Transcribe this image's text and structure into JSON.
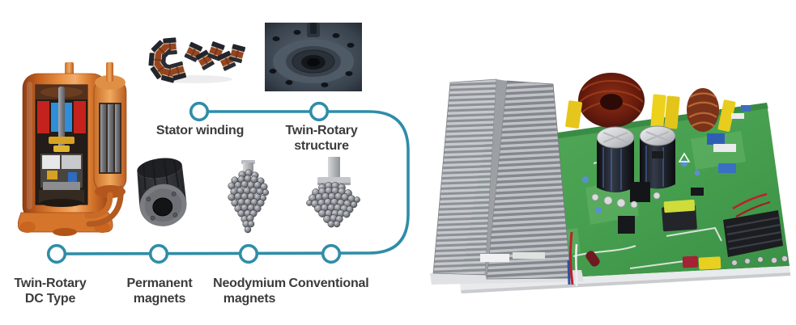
{
  "figure": {
    "title": "twin-rotary-dc-inverter-technology-diagram",
    "background": "#ffffff"
  },
  "colors": {
    "accent": "#2f8da8",
    "text": "#3b3b3b",
    "pcb_green": "#47a04f",
    "heatsink_gray": "#b4b8bd",
    "copper": "#d97b35"
  },
  "flow": {
    "top_labels": {
      "stator_winding": "Stator winding",
      "twin_rotary_structure_line1": "Twin-Rotary",
      "twin_rotary_structure_line2": "structure"
    },
    "bottom_labels": {
      "twin_rotary_dc_line1": "Twin-Rotary",
      "twin_rotary_dc_line2": "DC Type",
      "permanent_line1": "Permanent",
      "permanent_line2": "magnets",
      "neodymium_line1": "Neodymium",
      "neodymium_line2": "magnets",
      "conventional": "Conventional"
    },
    "node_count": 6
  },
  "images": {
    "compressor": "twin-rotary-dc-compressor-cutaway-photo",
    "stator_winding": "stator-winding-coil-strip-photo",
    "twin_rotary_structure": "twin-rotary-structure-casting-photo",
    "permanent_magnet": "permanent-magnet-rotor-photo",
    "neodymium_magnets": "neodymium-magnet-ball-cluster-photo",
    "conventional_magnets": "conventional-magnet-ball-cluster-photo",
    "pcb": "inverter-control-board-with-heatsink-photo"
  }
}
